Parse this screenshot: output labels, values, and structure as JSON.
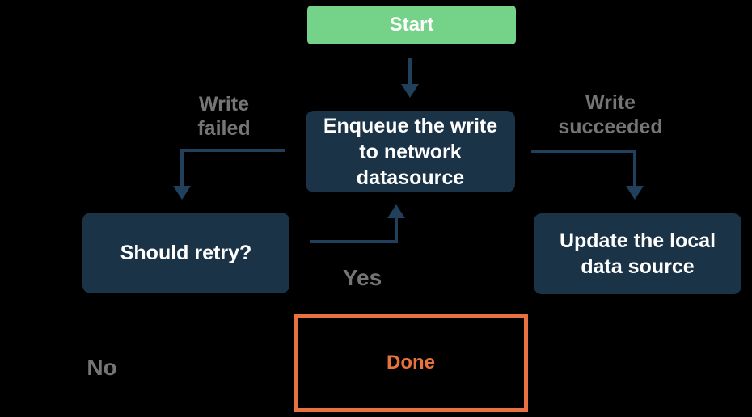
{
  "diagram": {
    "type": "flowchart",
    "nodes": [
      {
        "id": "start",
        "label": "Start",
        "kind": "start"
      },
      {
        "id": "enqueue-write",
        "label": "Enqueue the write to network datasource",
        "kind": "process"
      },
      {
        "id": "should-retry",
        "label": "Should retry?",
        "kind": "decision"
      },
      {
        "id": "update-local",
        "label": "Update the local data source",
        "kind": "process"
      },
      {
        "id": "done",
        "label": "Done",
        "kind": "terminal"
      }
    ],
    "edges": [
      {
        "from": "start",
        "to": "enqueue-write",
        "label": ""
      },
      {
        "from": "enqueue-write",
        "to": "should-retry",
        "label": "Write failed"
      },
      {
        "from": "enqueue-write",
        "to": "update-local",
        "label": "Write succeeded"
      },
      {
        "from": "should-retry",
        "to": "enqueue-write",
        "label": "Yes"
      },
      {
        "from": "should-retry",
        "to": "done",
        "label": "No"
      }
    ],
    "colors": {
      "background": "#000000",
      "start_fill": "#74d389",
      "node_fill": "#1a3347",
      "node_text": "#ffffff",
      "arrow": "#20405c",
      "edge_label": "#757575",
      "done_accent": "#e7713f"
    }
  }
}
